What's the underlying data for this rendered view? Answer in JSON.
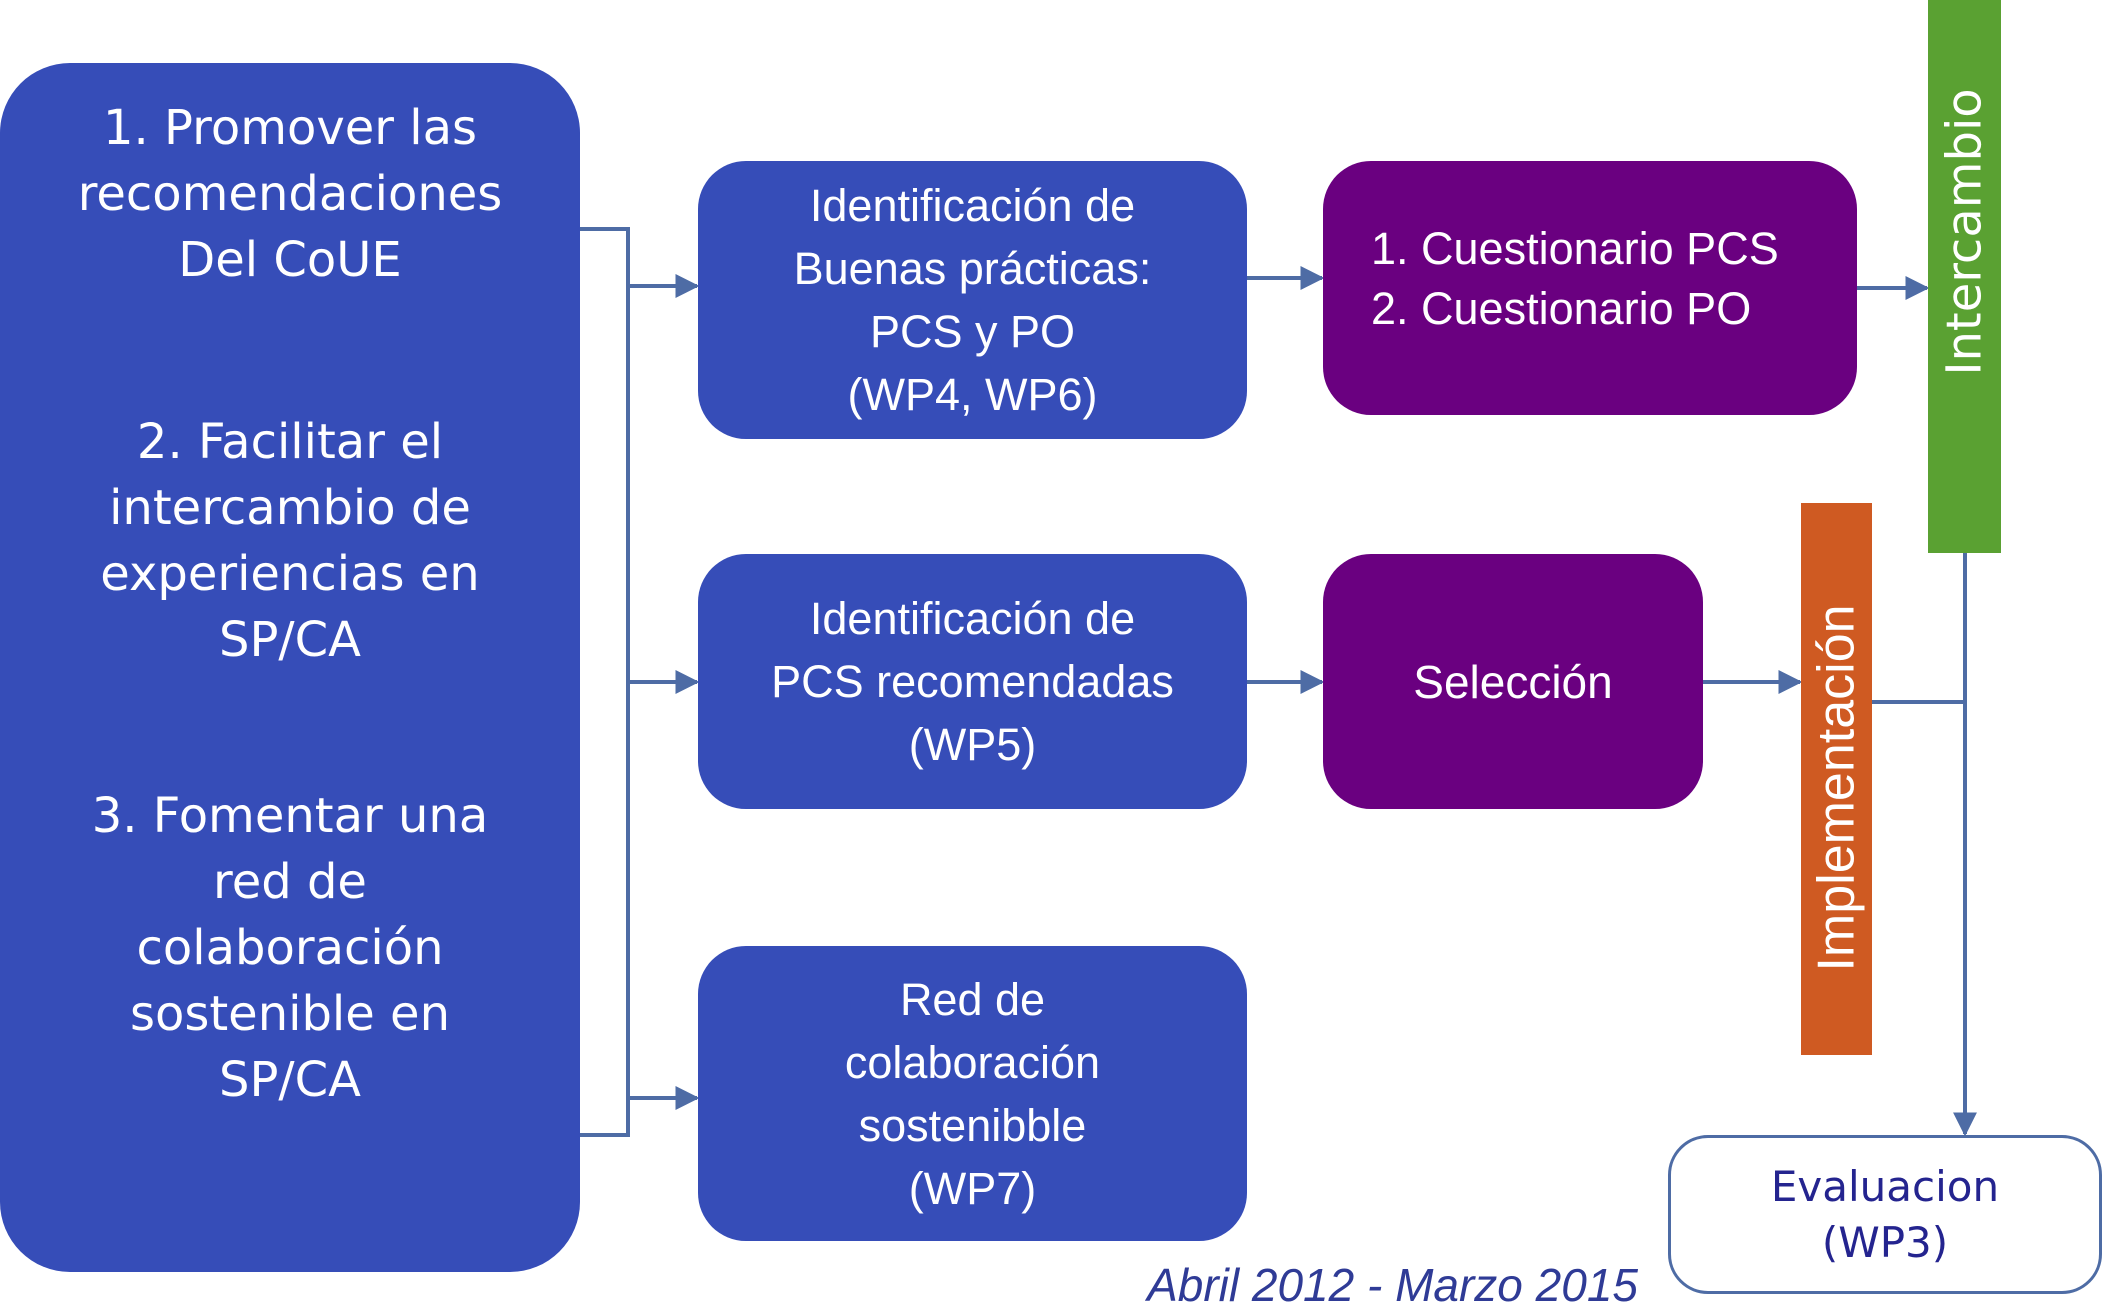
{
  "colors": {
    "blue_box": "#364db8",
    "purple_box": "#6a0080",
    "green_bar": "#5aa132",
    "orange_bar": "#cf5a22",
    "connector": "#4e6ca5",
    "eval_text": "#24248f"
  },
  "goals": [
    {
      "lines": [
        "1. Promover las",
        "recomendaciones",
        "Del CoUE"
      ]
    },
    {
      "lines": [
        "2. Facilitar el",
        "intercambio de",
        "experiencias en",
        "SP/CA"
      ]
    },
    {
      "lines": [
        "3. Fomentar una",
        "red de",
        "colaboración",
        "sostenible en",
        "SP/CA"
      ]
    }
  ],
  "activities": [
    {
      "lines": [
        "Identificación de",
        "Buenas prácticas:",
        "PCS y PO",
        "(WP4, WP6)"
      ]
    },
    {
      "lines": [
        "Identificación de",
        "PCS recomendadas",
        "(WP5)"
      ]
    },
    {
      "lines": [
        "Red de",
        "colaboración",
        "sostenibble",
        "(WP7)"
      ]
    }
  ],
  "outputs": {
    "questionnaires": [
      "1. Cuestionario PCS",
      "2. Cuestionario PO"
    ],
    "selection": "Selección"
  },
  "bars": {
    "exchange": "Intercambio",
    "implementation": "Implementación"
  },
  "evaluation": [
    "Evaluacion",
    "(WP3)"
  ],
  "date_range": "Abril 2012 - Marzo 2015"
}
